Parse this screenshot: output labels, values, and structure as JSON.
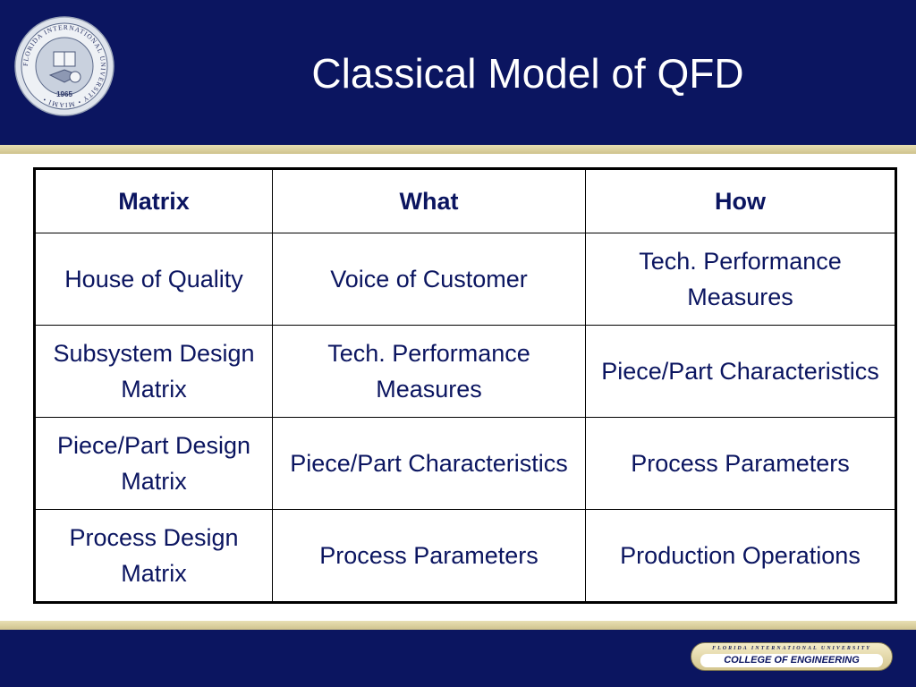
{
  "slide": {
    "title": "Classical Model of QFD"
  },
  "seal": {
    "year": "1965",
    "ring_text": "FLORIDA INTERNATIONAL UNIVERSITY • MIAMI •"
  },
  "table": {
    "headers": [
      "Matrix",
      "What",
      "How"
    ],
    "rows": [
      [
        "House of Quality",
        "Voice of Customer",
        "Tech. Performance Measures"
      ],
      [
        "Subsystem Design Matrix",
        "Tech. Performance Measures",
        "Piece/Part Characteristics"
      ],
      [
        "Piece/Part Design Matrix",
        "Piece/Part Characteristics",
        "Process Parameters"
      ],
      [
        "Process Design Matrix",
        "Process Parameters",
        "Production Operations"
      ]
    ]
  },
  "footer_badge": {
    "university": "FLORIDA INTERNATIONAL UNIVERSITY",
    "college": "COLLEGE OF ENGINEERING"
  },
  "colors": {
    "navy": "#0b1560",
    "gold": "#d8cd9c",
    "text": "#0b1560",
    "border": "#000000"
  }
}
